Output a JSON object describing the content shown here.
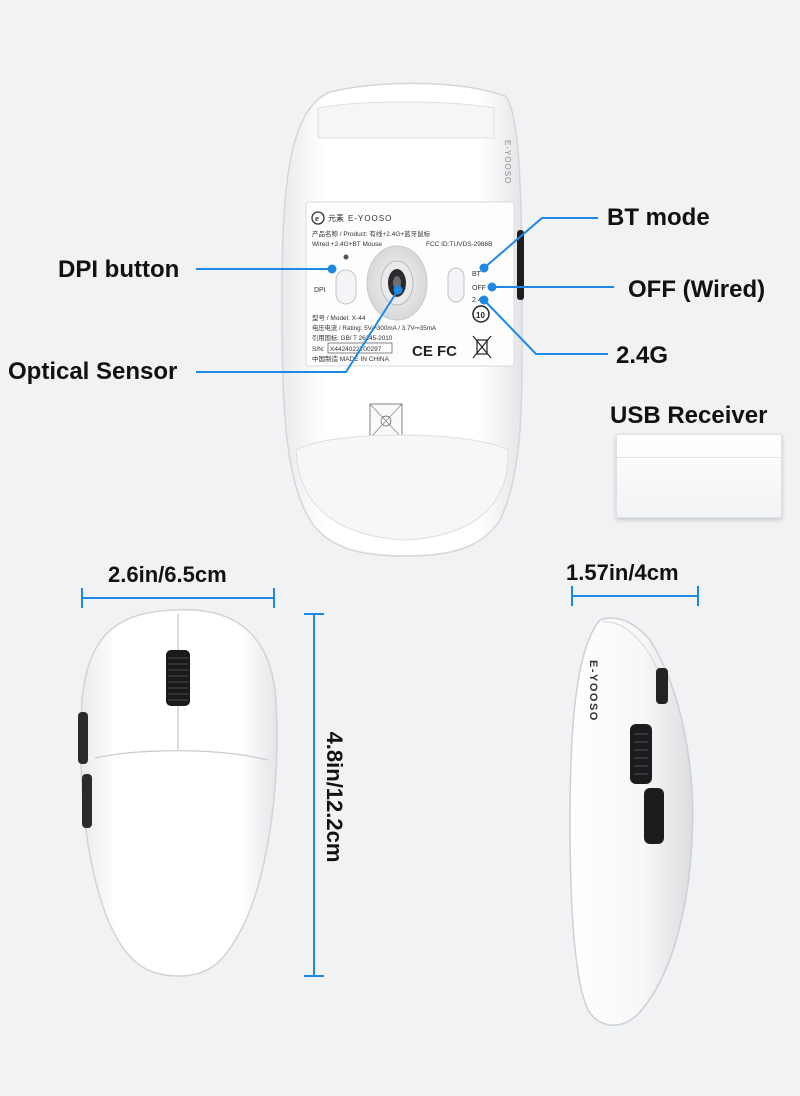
{
  "callouts": {
    "bt_mode": "BT mode",
    "dpi_button": "DPI button",
    "off_wired": "OFF (Wired)",
    "optical_sensor": "Optical Sensor",
    "g24": "2.4G",
    "usb_receiver": "USB Receiver"
  },
  "dimensions": {
    "width": "2.6in/6.5cm",
    "length": "4.8in/12.2cm",
    "height": "1.57in/4cm"
  },
  "label": {
    "brand_cn": "元素",
    "brand": "E-YOOSO",
    "product": "产品名称 / Product: 有线+2.4G+蓝牙鼠标",
    "wired": "Wired +2.4G+BT Mouse",
    "fcc": "FCC ID:TUVDS-2986B",
    "model": "型号 / Model: X-44",
    "rating": "电压电流 / Rating: 5V⎓300mA / 3.7V⎓35mA",
    "standard": "引用国标: GB/ T 26245-2010",
    "sn_label": "S/N:",
    "sn_value": "X4424022700297",
    "made_in": "中国制造 MADE IN CHINA",
    "ce_fc": "CE FC"
  },
  "switch_labels": {
    "bt": "BT",
    "off": "OFF",
    "g24": "2.4G"
  },
  "dpi_label": "DPI",
  "side_brand": "E-YOOSO",
  "bottom_edge_brand": "E-YOOSO",
  "colors": {
    "accent": "#1e88e5",
    "background": "#f1f2f4",
    "mouse_body": "#ffffff"
  }
}
